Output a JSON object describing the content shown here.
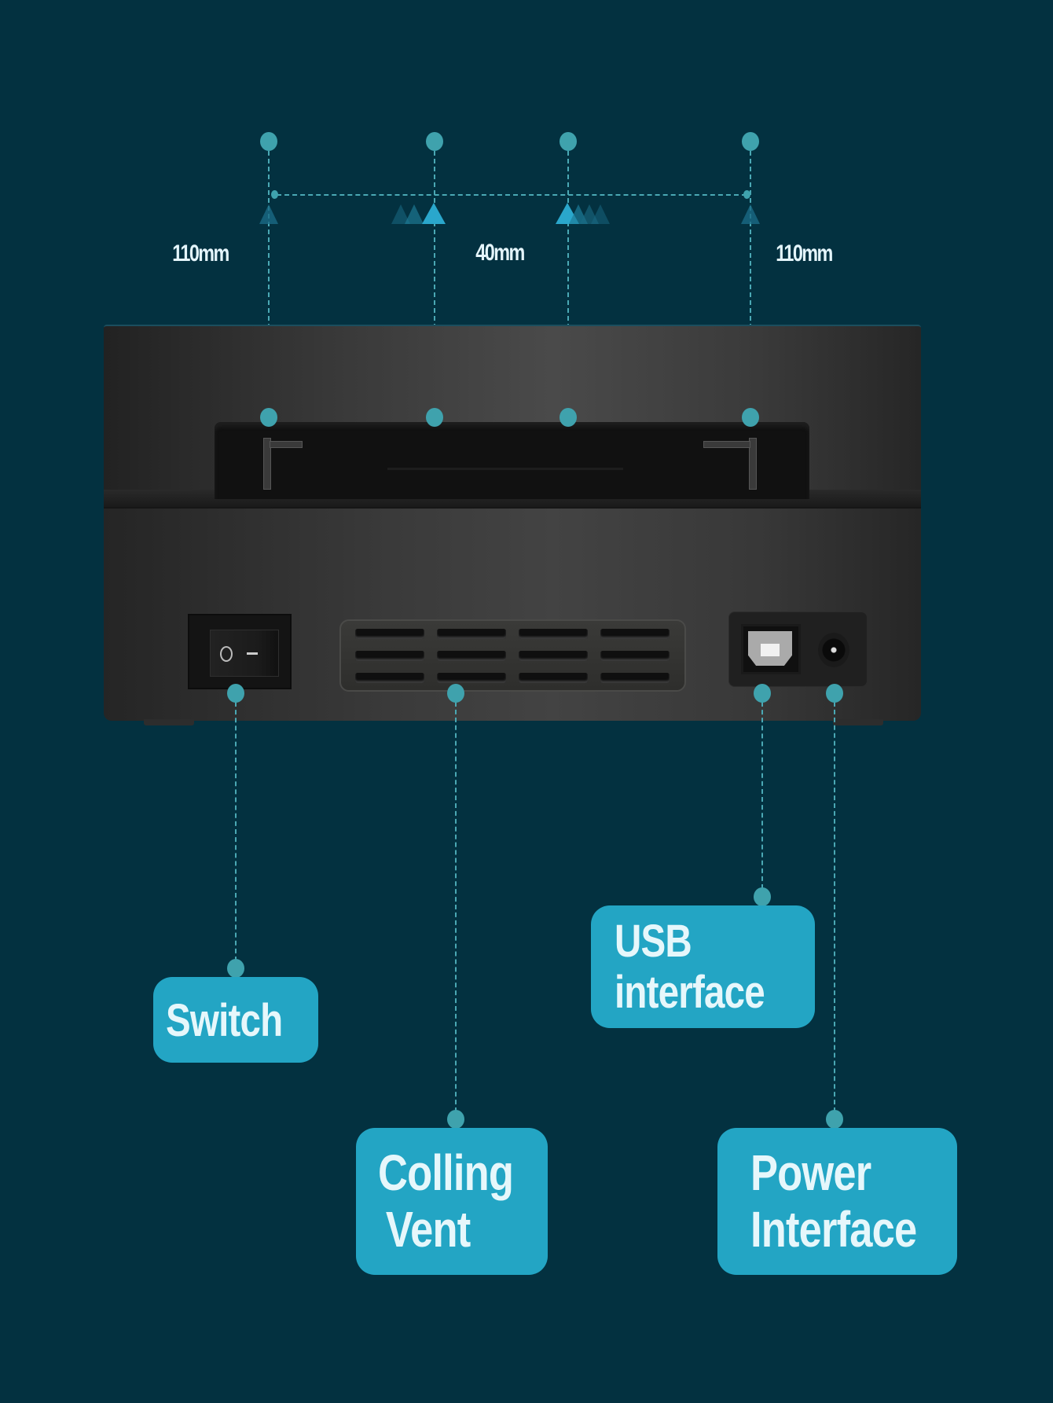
{
  "colors": {
    "background": "#033140",
    "accent": "#23a5c4",
    "dot": "#3fa2ad",
    "label_text": "#e6f7fb"
  },
  "dimensions": {
    "left_width": "110mm",
    "middle_width": "40mm",
    "right_width": "110mm"
  },
  "switch_markings": {
    "off": "O",
    "on": "-"
  },
  "callouts": {
    "switch": {
      "lines": [
        "Switch"
      ]
    },
    "usb": {
      "lines": [
        "USB",
        "interface"
      ]
    },
    "vent": {
      "lines": [
        "Colling",
        "Vent"
      ]
    },
    "power": {
      "lines": [
        "Power",
        "Interface"
      ]
    }
  }
}
